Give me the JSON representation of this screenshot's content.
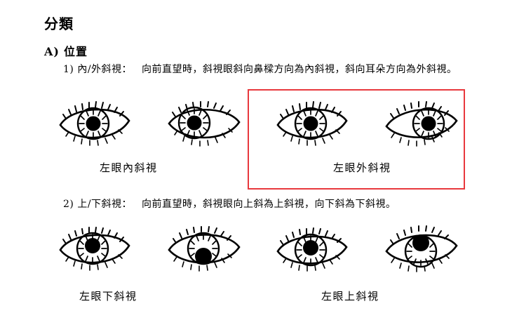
{
  "document": {
    "title": "分類",
    "section": {
      "marker": "A)",
      "label": "位置"
    },
    "items": [
      {
        "number": "1)",
        "term": "內/外斜視：",
        "description": "向前直望時，斜視眼斜向鼻樑方向為內斜視，斜向耳朵方向為外斜視。"
      },
      {
        "number": "2)",
        "term": "上/下斜視：",
        "description": "向前直望時，斜視眼向上斜為上斜視，向下斜為下斜視。"
      }
    ],
    "figures": {
      "row1": {
        "captions": {
          "left": "左眼內斜視",
          "right": "左眼外斜視"
        },
        "eyes": [
          {
            "name": "eye-normal-right",
            "gaze": "center"
          },
          {
            "name": "eye-esotropia-left",
            "gaze": "nasal-left"
          },
          {
            "name": "eye-normal-right-2",
            "gaze": "center"
          },
          {
            "name": "eye-exotropia-left",
            "gaze": "temporal-right"
          }
        ]
      },
      "row2": {
        "captions": {
          "left": "左眼下斜視",
          "right": "左眼上斜視"
        },
        "eyes": [
          {
            "name": "eye-normal-right-3",
            "gaze": "center"
          },
          {
            "name": "eye-hypotropia-left",
            "gaze": "down"
          },
          {
            "name": "eye-normal-right-4",
            "gaze": "center"
          },
          {
            "name": "eye-hypertropia-left",
            "gaze": "up"
          }
        ]
      }
    },
    "highlight": {
      "name": "red-highlight-box",
      "color": "#e8383d"
    }
  }
}
